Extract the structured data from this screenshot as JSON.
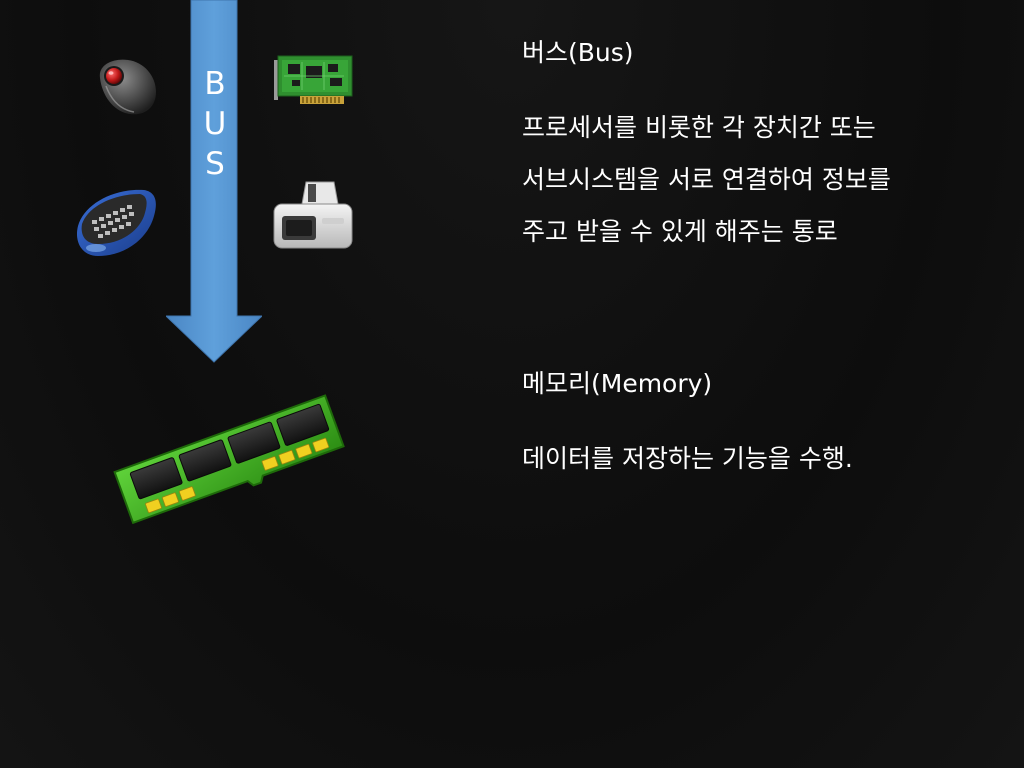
{
  "bus": {
    "letters": [
      "B",
      "U",
      "S"
    ],
    "arrow_color": "#5b9bd5"
  },
  "devices": {
    "mouse": "trackball-mouse-icon",
    "card": "expansion-card-icon",
    "keyboard": "keyboard-icon",
    "printer": "printer-icon",
    "memory": "memory-module-icon"
  },
  "bus_section": {
    "heading": "버스(Bus)",
    "lines": [
      "프로세서를 비롯한 각 장치간 또는",
      "서브시스템을 서로 연결하여 정보를",
      "주고 받을 수 있게 해주는 통로"
    ]
  },
  "memory_section": {
    "heading": "메모리(Memory)",
    "lines": [
      "데이터를 저장하는 기능을 수행."
    ]
  }
}
